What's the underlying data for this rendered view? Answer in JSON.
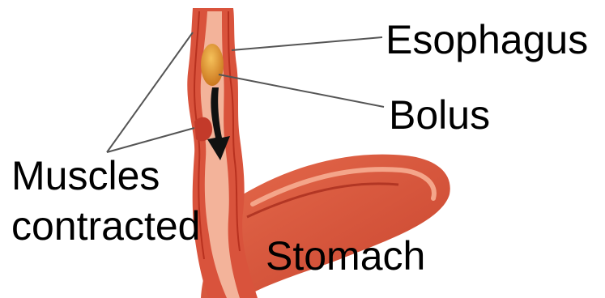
{
  "labels": {
    "esophagus": "Esophagus",
    "bolus": "Bolus",
    "muscles_line1": "Muscles",
    "muscles_line2": "contracted",
    "stomach": "Stomach"
  },
  "colors": {
    "tissue_outer": "#d9533c",
    "tissue_inner": "#c33a2a",
    "tissue_light": "#ef8a6c",
    "lumen": "#f3b39a",
    "bolus": "#d8861e",
    "bolus_highlight": "#f5c15a",
    "arrow": "#111111",
    "leader_line": "#555555"
  }
}
